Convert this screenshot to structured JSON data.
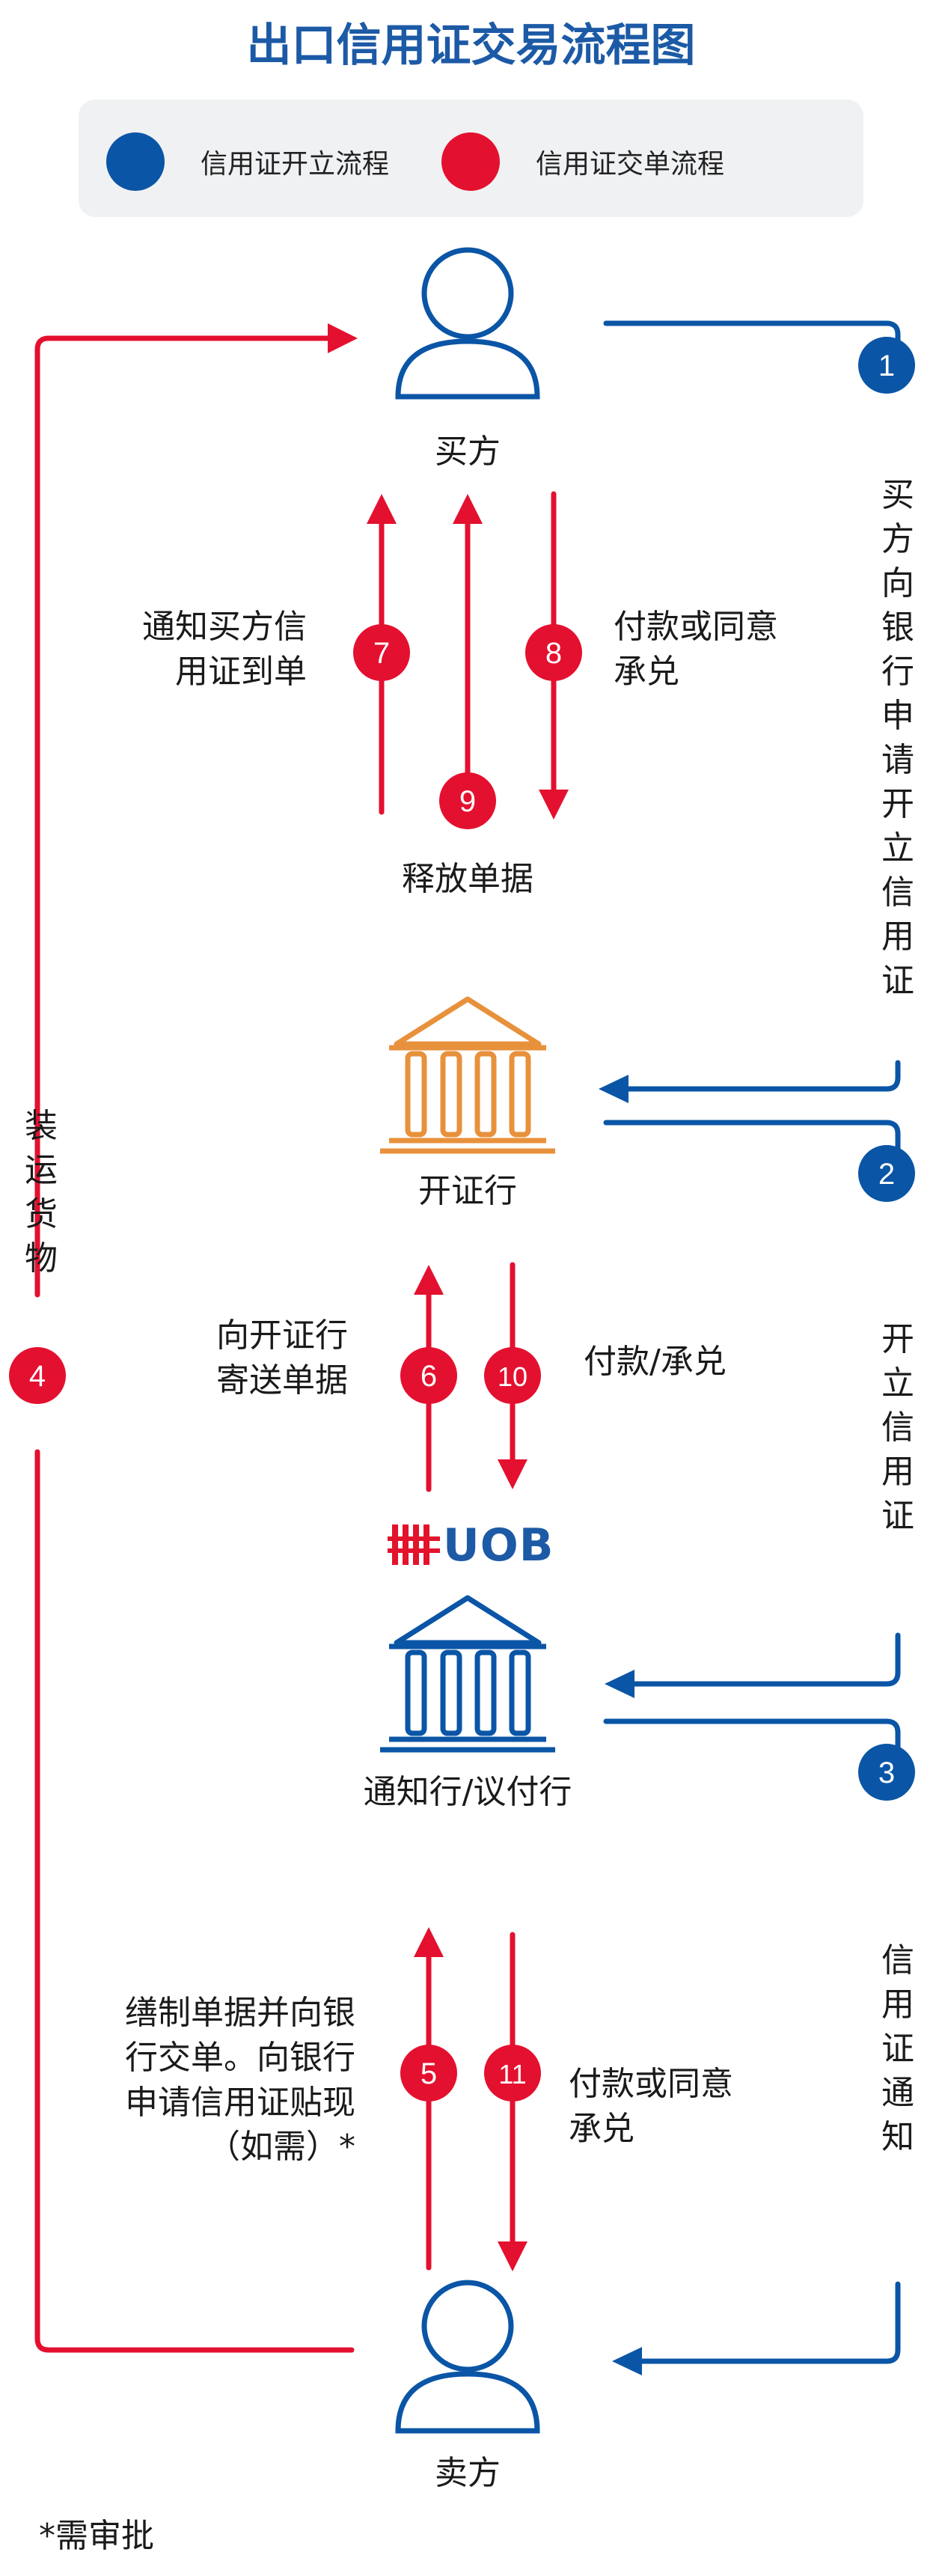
{
  "title": "出口信用证交易流程图",
  "legend": [
    {
      "label": "信用证开立流程",
      "color": "#0a55a6"
    },
    {
      "label": "信用证交单流程",
      "color": "#e4102f"
    }
  ],
  "colors": {
    "blue": "#0a55a6",
    "red": "#e4102f",
    "orange": "#e8913c"
  },
  "nodes": {
    "buyer": "买方",
    "issuing_bank": "开证行",
    "advising_bank": "通知行/议付行",
    "seller": "卖方"
  },
  "uob_logo": "UOB",
  "documents_release": "释放单据",
  "steps": {
    "s1": "1",
    "s2": "2",
    "s3": "3",
    "s4": "4",
    "s5": "5",
    "s6": "6",
    "s7": "7",
    "s8": "8",
    "s9": "9",
    "s10": "10",
    "s11": "11"
  },
  "side_labels": {
    "notify_buyer": [
      "通知买方信",
      "用证到单"
    ],
    "pay_or_accept_top": [
      "付款或同意",
      "承兑"
    ],
    "send_docs": [
      "向开证行",
      "寄送单据"
    ],
    "pay_accept_mid": "付款/承兑",
    "prepare_docs": [
      "缮制单据并向银",
      "行交单。向银行",
      "申请信用证贴现",
      "（如需）*"
    ],
    "pay_or_accept_bottom": [
      "付款或同意",
      "承兑"
    ]
  },
  "vertical_labels": {
    "buyer_apply": "买方向银行申请开立信用证",
    "issue_lc": "开立信用证",
    "lc_notice": "信用证通知",
    "ship_goods": "装运货物"
  },
  "footnote": "*需审批"
}
